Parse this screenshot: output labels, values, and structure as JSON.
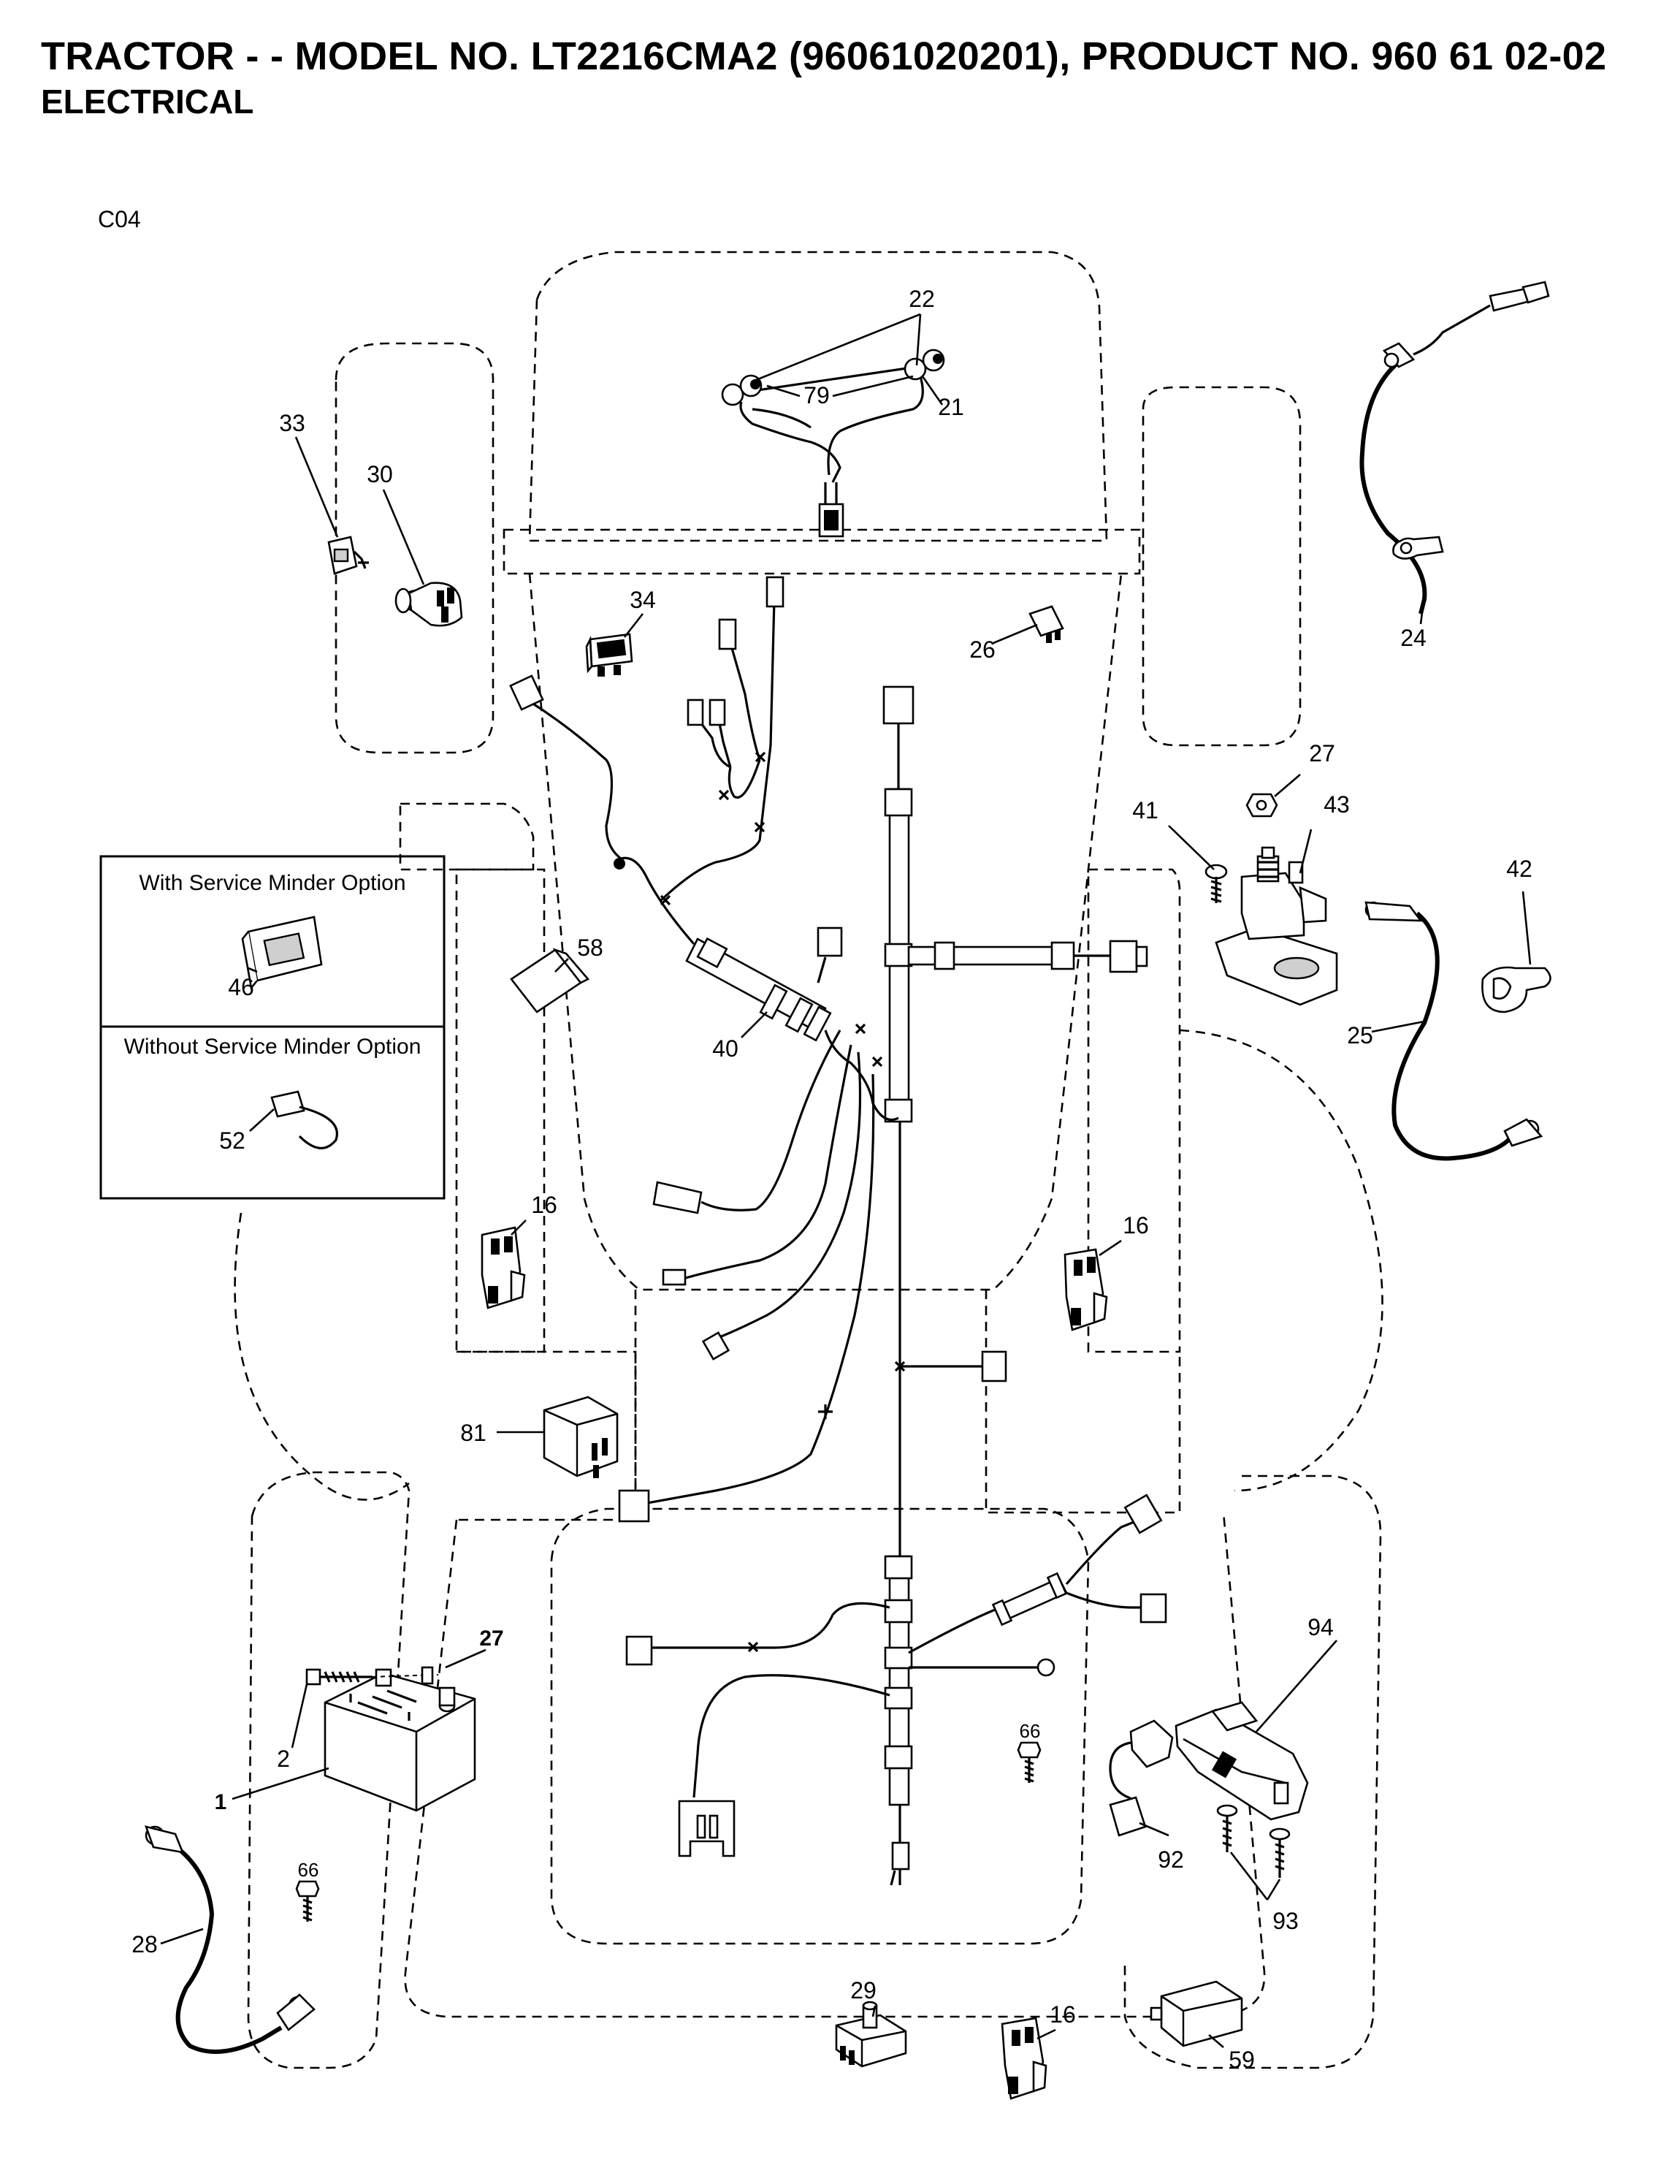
{
  "header": {
    "title": "TRACTOR - - MODEL NO. LT2216CMA2 (96061020201), PRODUCT NO. 960 61 02-02",
    "subtitle": "ELECTRICAL",
    "diagram_code": "C04"
  },
  "options": {
    "with_label": "With Service Minder Option",
    "without_label": "Without Service Minder Option"
  },
  "callouts": {
    "c1": "1",
    "c2": "2",
    "c16a": "16",
    "c16b": "16",
    "c16c": "16",
    "c21": "21",
    "c22": "22",
    "c24": "24",
    "c25": "25",
    "c26": "26",
    "c27a": "27",
    "c27b": "27",
    "c28": "28",
    "c29": "29",
    "c30": "30",
    "c33": "33",
    "c34": "34",
    "c40": "40",
    "c41": "41",
    "c42": "42",
    "c43": "43",
    "c46": "46",
    "c52": "52",
    "c58": "58",
    "c59": "59",
    "c66a": "66",
    "c66b": "66",
    "c79": "79",
    "c81": "81",
    "c92": "92",
    "c93": "93",
    "c94": "94"
  }
}
